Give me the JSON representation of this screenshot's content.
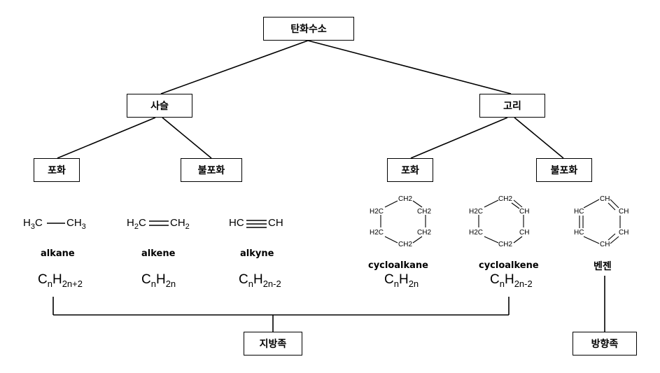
{
  "nodes": {
    "root": "탄화수소",
    "chain": "사슬",
    "ring": "고리",
    "chain_saturated": "포화",
    "chain_unsaturated": "불포화",
    "ring_saturated": "포화",
    "ring_unsaturated": "불포화",
    "aliphatic": "지방족",
    "aromatic": "방향족"
  },
  "compounds": {
    "alkane": {
      "name": "alkane",
      "structure": [
        "H",
        "3",
        "C",
        "CH",
        "3"
      ],
      "formula": [
        "C",
        "n",
        "H",
        "2n+2"
      ]
    },
    "alkene": {
      "name": "alkene",
      "structure": [
        "H",
        "2",
        "C",
        "CH",
        "2"
      ],
      "formula": [
        "C",
        "n",
        "H",
        "2n"
      ]
    },
    "alkyne": {
      "name": "alkyne",
      "structure": [
        "HC",
        "CH"
      ],
      "formula": [
        "C",
        "n",
        "H",
        "2n-2"
      ]
    },
    "cycloalkane": {
      "name": "cycloalkane",
      "atoms": [
        "CH2",
        "CH2",
        "CH2",
        "CH2",
        "CH2",
        "CH2"
      ],
      "atom_parts": [
        "H2C",
        "H2C",
        "CH2",
        "CH2",
        "CH2",
        "CH2"
      ],
      "formula": [
        "C",
        "n",
        "H",
        "2n"
      ]
    },
    "cycloalkene": {
      "name": "cycloalkene",
      "atom_parts": [
        "H2C",
        "H2C",
        "CH2",
        "CH",
        "CH",
        "CH2"
      ],
      "formula": [
        "C",
        "n",
        "H",
        "2n-2"
      ]
    },
    "benzene": {
      "name": "벤젠",
      "atom_parts": [
        "CH",
        "HC",
        "HC",
        "CH",
        "CH",
        "CH"
      ]
    }
  }
}
